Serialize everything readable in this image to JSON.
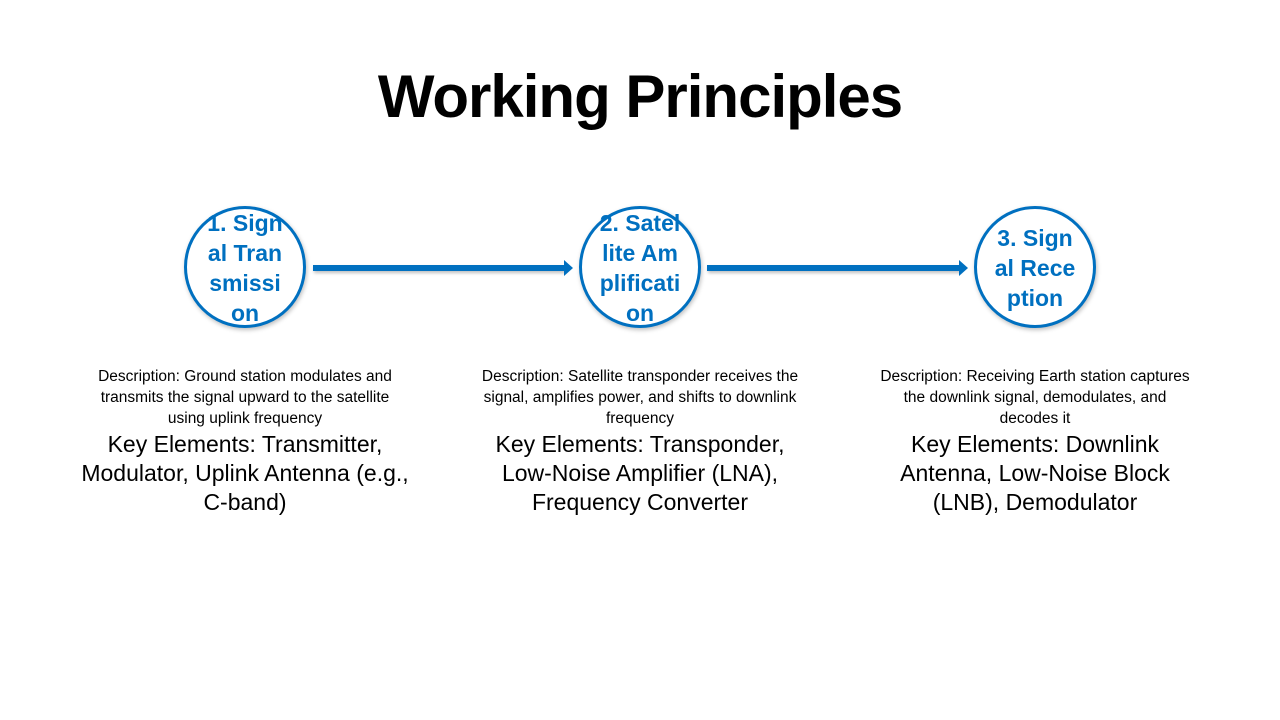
{
  "title": "Working Principles",
  "accent_color": "#0070C0",
  "steps": [
    {
      "label": "1. Signal Transmission",
      "description": "Description: Ground station modulates and transmits the signal upward to the satellite using uplink frequency",
      "key_elements": "Key Elements: Transmitter, Modulator, Uplink Antenna (e.g., C-band)"
    },
    {
      "label": "2. Satellite Amplification",
      "description": "Description: Satellite transponder receives the signal, amplifies power, and shifts to downlink frequency",
      "key_elements": "Key Elements: Transponder, Low-Noise Amplifier (LNA), Frequency Converter"
    },
    {
      "label": "3. Signal Reception",
      "description": "Description: Receiving Earth station captures the downlink signal, demodulates, and decodes it",
      "key_elements": "Key Elements: Downlink Antenna, Low-Noise Block (LNB), Demodulator"
    }
  ]
}
